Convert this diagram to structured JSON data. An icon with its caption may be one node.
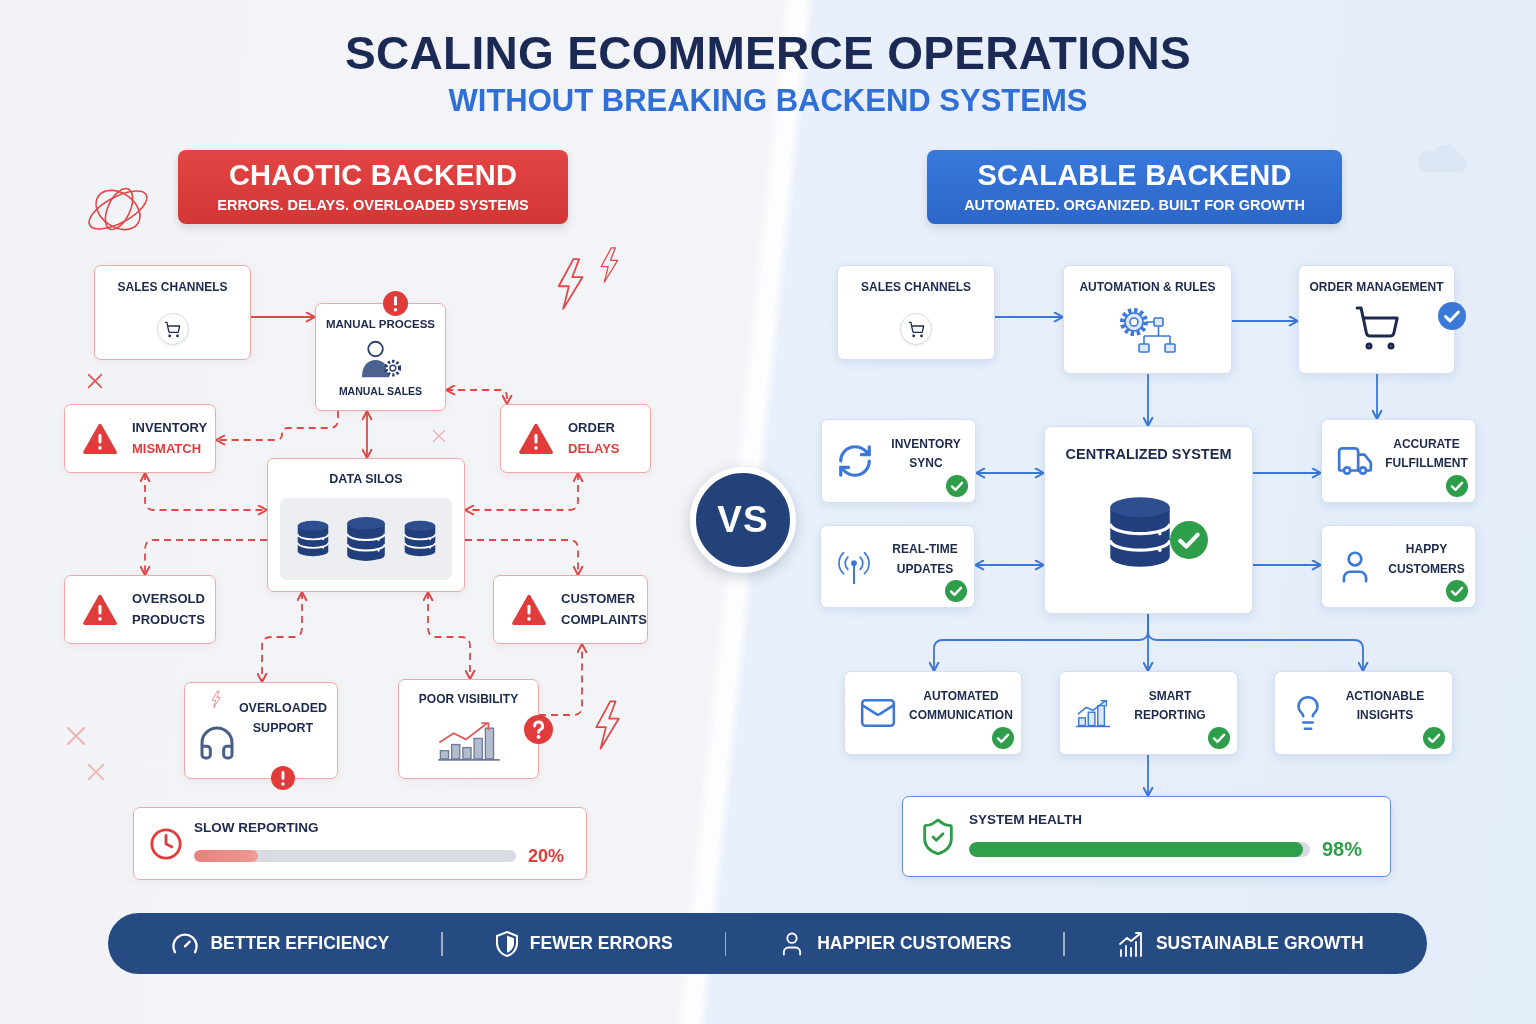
{
  "diagram": {
    "title": "SCALING ECOMMERCE OPERATIONS",
    "nodes": [
      {
        "text": [
          "CHAOTIC BACKEND",
          "ERRORS. DELAYS. OVERLOADED SYSTEMS"
        ]
      },
      {
        "text": [
          "SALES CHANNELS"
        ]
      },
      {
        "text": [
          "MANUAL PROCESS",
          "MANUAL SALES"
        ]
      },
      {
        "text": [
          "INVENTORY",
          "MISMATCH"
        ]
      },
      {
        "text": [
          "ORDER",
          "DELAYS"
        ]
      },
      {
        "text": [
          "DATA SILOS"
        ]
      },
      {
        "text": [
          "OVERSOLD PRODUCTS"
        ]
      },
      {
        "text": [
          "CUSTOMER COMPLAINTS"
        ]
      },
      {
        "text": [
          "OVERLOADED SUPPORT"
        ]
      },
      {
        "text": [
          "POOR VISIBILITY"
        ]
      },
      {
        "text": [
          "SLOW REPORTING",
          "20%"
        ]
      },
      {
        "text": [
          "VS"
        ]
      },
      {
        "text": [
          "SCALABLE BACKEND",
          "AUTOMATED. ORGANIZED. BUILT FOR GROWTH"
        ]
      },
      {
        "text": [
          "SALES CHANNELS"
        ]
      },
      {
        "text": [
          "AUTOMATION & RULES"
        ]
      },
      {
        "text": [
          "ORDER MANAGEMENT"
        ]
      },
      {
        "text": [
          "INVENTORY SYNC"
        ]
      },
      {
        "text": [
          "CENTRALIZED SYSTEM"
        ]
      },
      {
        "text": [
          "ACCURATE FULFILLMENT"
        ]
      },
      {
        "text": [
          "REAL-TIME UPDATES"
        ]
      },
      {
        "text": [
          "HAPPY CUSTOMERS"
        ]
      },
      {
        "text": [
          "AUTOMATED COMMUNICATION"
        ]
      },
      {
        "text": [
          "SMART REPORTING"
        ]
      },
      {
        "text": [
          "ACTIONABLE INSIGHTS"
        ]
      },
      {
        "text": [
          "SYSTEM HEALTH",
          "98%"
        ]
      },
      {
        "text": [
          "BETTER EFFICIENCY",
          "FEWER ERRORS",
          "HAPPIER CUSTOMERS",
          "SUSTAINABLE GROWTH"
        ]
      }
    ],
    "edges": [
      {
        "from": 1,
        "to": 2,
        "arrow": "to",
        "color": "#e04848"
      },
      {
        "from": 2,
        "to": 5,
        "arrow": "both",
        "color": "#e04848"
      },
      {
        "from": 2,
        "to": 3,
        "arrow": "to",
        "style": "dashed",
        "color": "#e04848"
      },
      {
        "from": 2,
        "to": 4,
        "arrow": "both",
        "style": "dashed",
        "color": "#e04848"
      },
      {
        "from": 3,
        "to": 5,
        "arrow": "both",
        "style": "dashed",
        "color": "#e04848"
      },
      {
        "from": 5,
        "to": 6,
        "arrow": "to",
        "style": "dashed",
        "color": "#e04848"
      },
      {
        "from": 4,
        "to": 5,
        "arrow": "both",
        "style": "dashed",
        "color": "#e04848"
      },
      {
        "from": 5,
        "to": 7,
        "arrow": "to",
        "style": "dashed",
        "color": "#e04848"
      },
      {
        "from": 5,
        "to": 8,
        "arrow": "both",
        "style": "dashed",
        "color": "#e04848"
      },
      {
        "from": 5,
        "to": 9,
        "arrow": "both",
        "style": "dashed",
        "color": "#e04848"
      },
      {
        "from": 9,
        "to": 7,
        "arrow": "to",
        "style": "dashed",
        "color": "#e04848"
      },
      {
        "from": 13,
        "to": 14,
        "arrow": "to"
      },
      {
        "from": 14,
        "to": 15,
        "arrow": "to"
      },
      {
        "from": 14,
        "to": 17,
        "arrow": "to"
      },
      {
        "from": 15,
        "to": 18,
        "arrow": "to"
      },
      {
        "from": 16,
        "to": 17,
        "arrow": "both"
      },
      {
        "from": 19,
        "to": 17,
        "arrow": "both"
      },
      {
        "from": 17,
        "to": 18,
        "arrow": "to"
      },
      {
        "from": 17,
        "to": 20,
        "arrow": "to"
      },
      {
        "from": 17,
        "to": 21,
        "arrow": "to"
      },
      {
        "from": 17,
        "to": 22,
        "arrow": "to"
      },
      {
        "from": 17,
        "to": 23,
        "arrow": "to"
      },
      {
        "from": 22,
        "to": 24,
        "arrow": "to"
      }
    ],
    "labels": [
      "WITHOUT BREAKING BACKEND SYSTEMS"
    ]
  }
}
